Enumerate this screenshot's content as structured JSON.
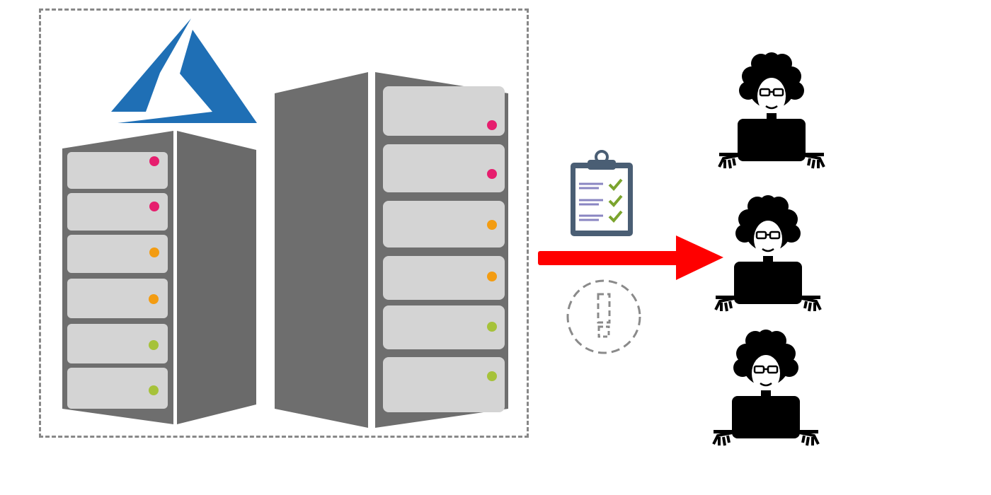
{
  "diagram": {
    "nodes": [
      {
        "id": "datacenter",
        "icon": "dashed-server-group"
      },
      {
        "id": "azure",
        "icon": "azure-logo-icon",
        "color": "#1f6fb5"
      },
      {
        "id": "server-left",
        "icon": "server-rack-icon"
      },
      {
        "id": "server-right",
        "icon": "server-rack-icon"
      },
      {
        "id": "report",
        "icon": "clipboard-checklist-icon"
      },
      {
        "id": "alert",
        "icon": "dashed-exclamation-icon"
      },
      {
        "id": "user-1",
        "icon": "user-laptop-icon"
      },
      {
        "id": "user-2",
        "icon": "user-laptop-icon"
      },
      {
        "id": "user-3",
        "icon": "user-laptop-icon"
      }
    ],
    "edges": [
      {
        "from": "datacenter",
        "to": "user-2",
        "icon": "arrow-right-icon",
        "color": "#ff0000"
      }
    ],
    "colors": {
      "rack": "#6e6e6e",
      "drive": "#d4d4d4",
      "led_pink": "#e61e6e",
      "led_orange": "#f39c12",
      "led_green": "#a6c23a",
      "azure": "#1f6fb5",
      "arrow": "#ff0000",
      "clipboard": "#4a5e74",
      "check": "#7ba42e"
    }
  }
}
